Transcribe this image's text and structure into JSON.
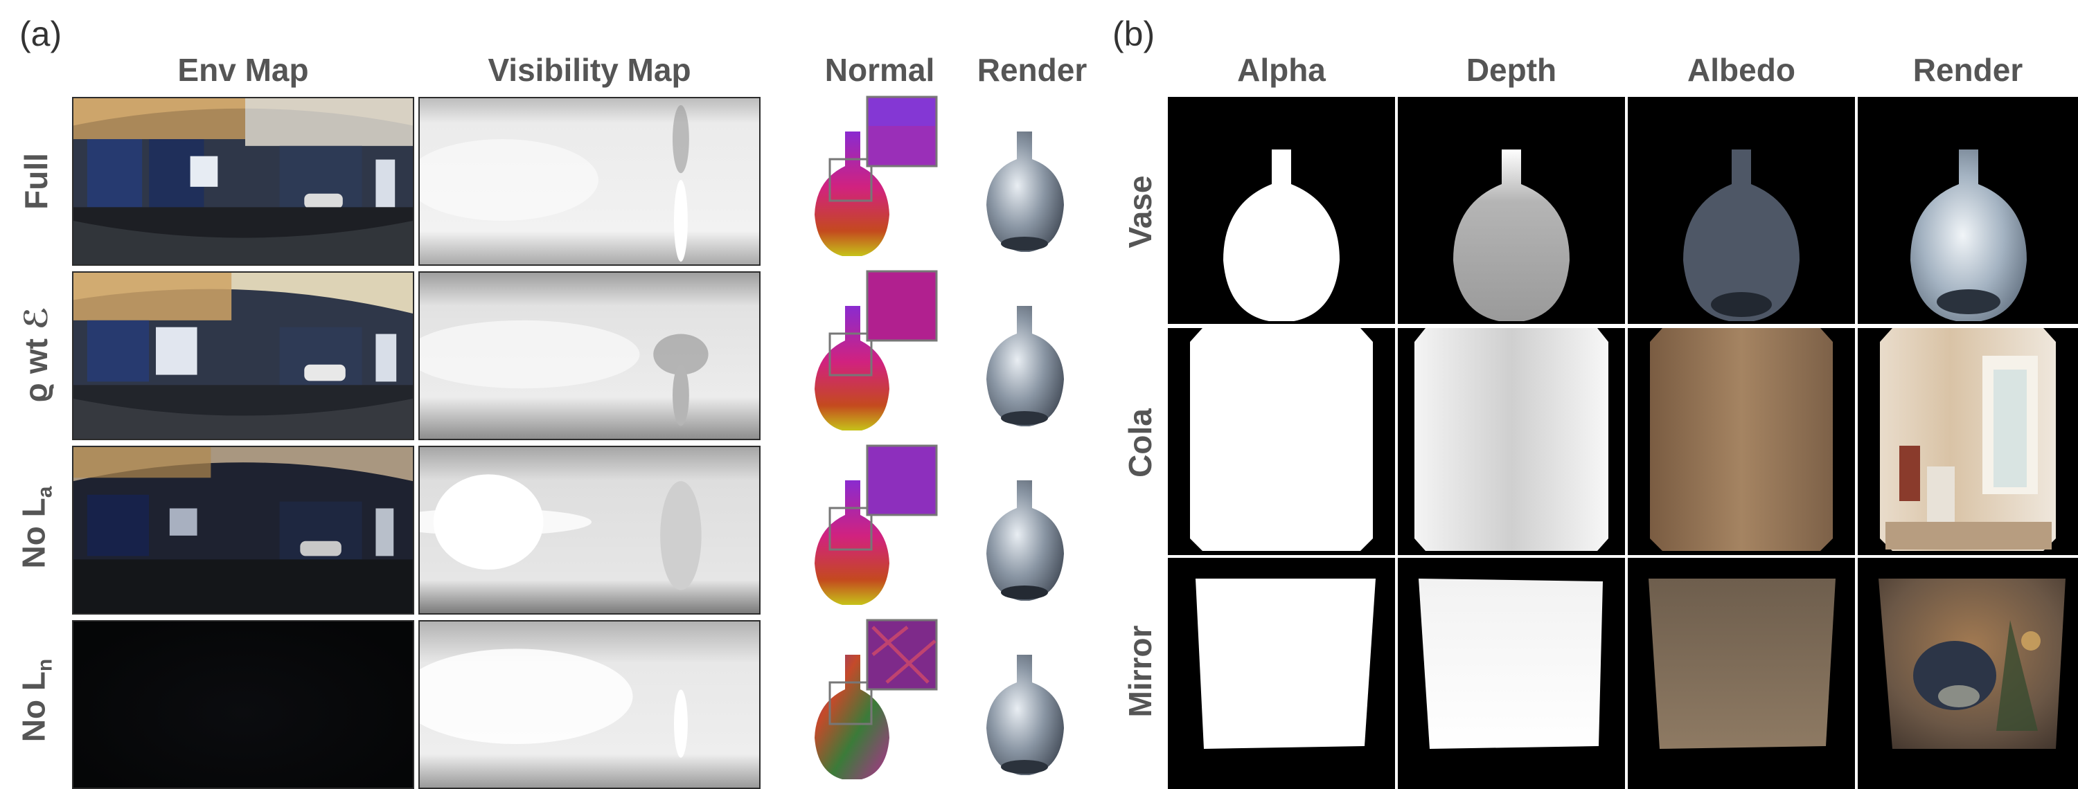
{
  "panel_a": {
    "label": "(a)",
    "headers": {
      "env_map": "Env Map",
      "visibility_map": "Visibility Map",
      "normal": "Normal",
      "render": "Render"
    },
    "rows": [
      {
        "label": "Full"
      },
      {
        "label": "ϱ wt ℰ"
      },
      {
        "label": "No L",
        "sub": "a"
      },
      {
        "label": "No L",
        "sub": "n"
      }
    ]
  },
  "panel_b": {
    "label": "(b)",
    "headers": {
      "alpha": "Alpha",
      "depth": "Depth",
      "albedo": "Albedo",
      "render": "Render"
    },
    "rows": [
      {
        "label": "Vase"
      },
      {
        "label": "Cola"
      },
      {
        "label": "Mirror"
      }
    ]
  }
}
